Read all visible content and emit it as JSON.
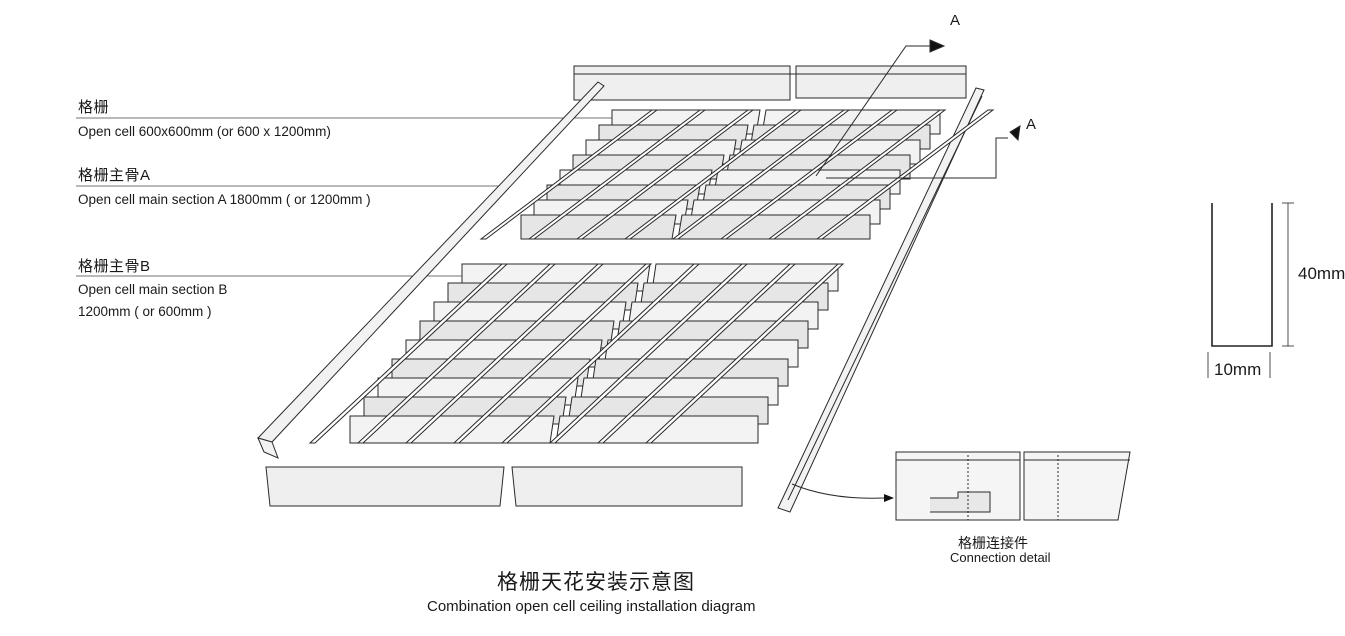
{
  "labels": {
    "grille": {
      "zh": "格栅",
      "en": "Open cell 600x600mm (or 600 x 1200mm)"
    },
    "main_a": {
      "zh": "格栅主骨A",
      "en": "Open cell main section A 1800mm  ( or 1200mm )"
    },
    "main_b": {
      "zh": "格栅主骨B",
      "en_line1": "Open cell main section B",
      "en_line2": "1200mm  ( or 600mm )"
    }
  },
  "section_marks": [
    "A",
    "A"
  ],
  "profile": {
    "height": "40mm",
    "width": "10mm"
  },
  "connection": {
    "zh": "格栅连接件",
    "en": "Connection detail"
  },
  "title": {
    "zh": "格栅天花安装示意图",
    "en": "Combination open cell ceiling installation diagram"
  },
  "colors": {
    "line": "#2a2a2a",
    "panel": "#f3f3f3",
    "panel_alt": "#e6e6e6"
  }
}
